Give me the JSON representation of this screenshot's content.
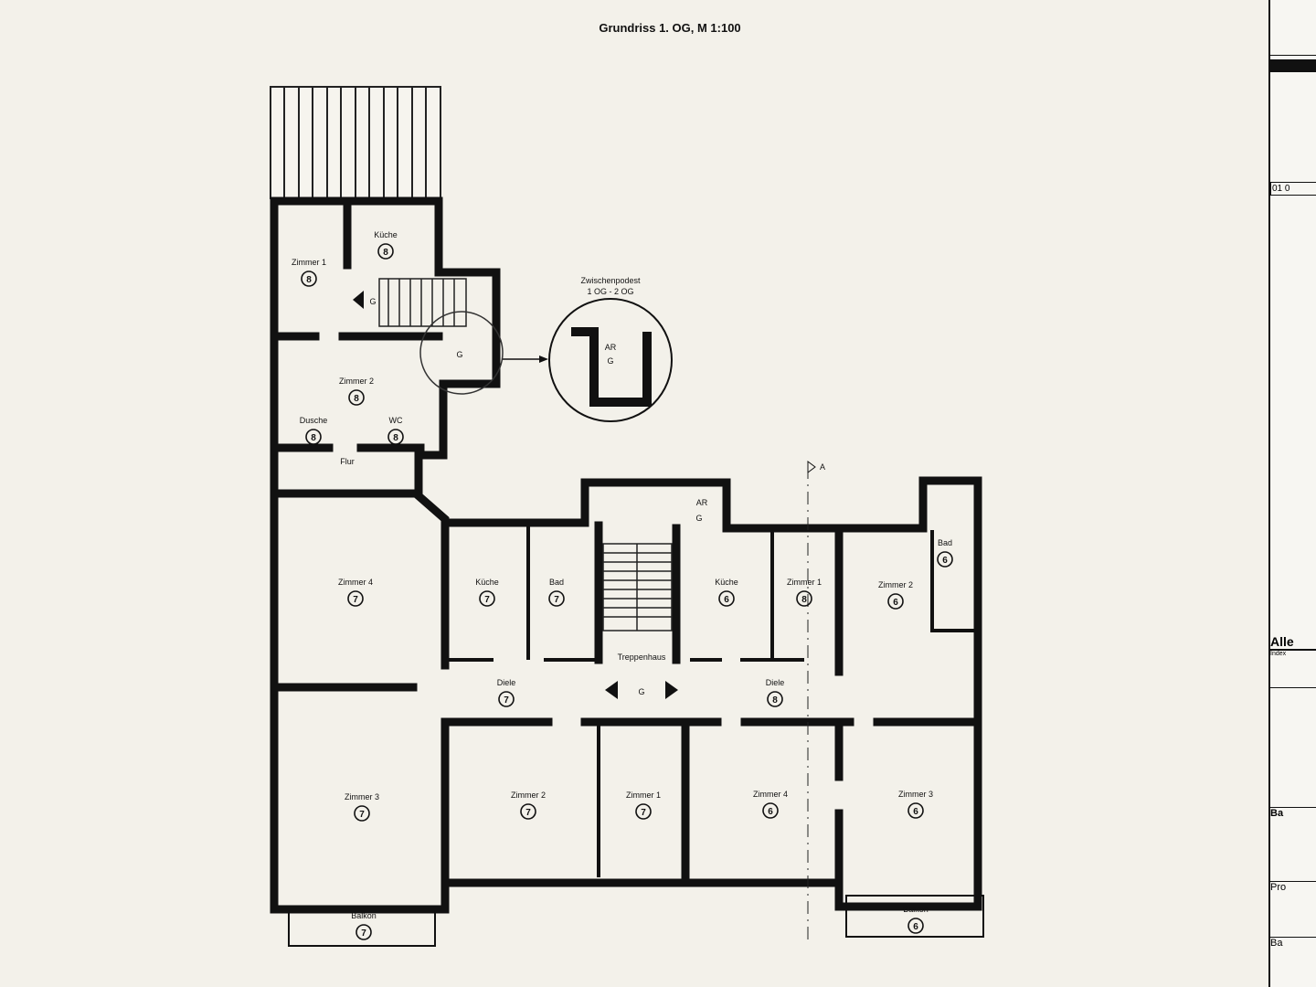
{
  "title": "Grundriss 1. OG, M 1:100",
  "detail": {
    "title_line1": "Zwischenpodest",
    "title_line2": "1 OG - 2 OG",
    "room": "AR",
    "mark": "G"
  },
  "top_unit": {
    "zimmer1": {
      "label": "Zimmer 1",
      "num": "8"
    },
    "kueche": {
      "label": "Küche",
      "num": "8"
    },
    "zimmer2": {
      "label": "Zimmer 2",
      "num": "8"
    },
    "dusche": {
      "label": "Dusche",
      "num": "8"
    },
    "wc": {
      "label": "WC",
      "num": "8"
    },
    "flur": {
      "label": "Flur"
    },
    "stair_mark": "G",
    "g_mark": "G"
  },
  "left_unit": {
    "zimmer4": {
      "label": "Zimmer 4",
      "num": "7"
    },
    "kueche": {
      "label": "Küche",
      "num": "7"
    },
    "bad": {
      "label": "Bad",
      "num": "7"
    },
    "diele": {
      "label": "Diele",
      "num": "7"
    },
    "zimmer3": {
      "label": "Zimmer 3",
      "num": "7"
    },
    "zimmer2": {
      "label": "Zimmer 2",
      "num": "7"
    },
    "zimmer1": {
      "label": "Zimmer 1",
      "num": "7"
    },
    "balkon": {
      "label": "Balkon",
      "num": "7"
    }
  },
  "stairwell": {
    "label": "Treppenhaus",
    "mark": "G",
    "ar": "AR",
    "ar_mark": "G"
  },
  "right_unit": {
    "kueche": {
      "label": "Küche",
      "num": "6"
    },
    "zimmer1": {
      "label": "Zimmer 1",
      "num": "8"
    },
    "zimmer2": {
      "label": "Zimmer 2",
      "num": "6"
    },
    "bad": {
      "label": "Bad",
      "num": "6"
    },
    "diele": {
      "label": "Diele",
      "num": "8"
    },
    "zimmer4": {
      "label": "Zimmer 4",
      "num": "6"
    },
    "zimmer3": {
      "label": "Zimmer 3",
      "num": "6"
    },
    "balkon": {
      "label": "Balkon",
      "num": "6"
    }
  },
  "section_mark": "A",
  "title_block": {
    "date": "01 0",
    "all": "Alle",
    "index": "Index",
    "b1": "Ba",
    "b2": "Pro",
    "b3": "Ba"
  }
}
